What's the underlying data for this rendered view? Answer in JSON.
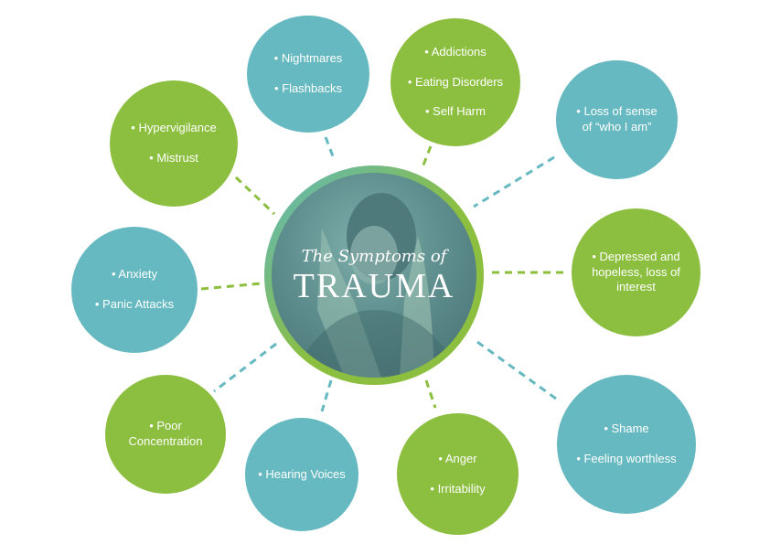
{
  "center": {
    "title_script": "The Symptoms of",
    "title_main": "TRAUMA"
  },
  "colors": {
    "green": "#8cbf3f",
    "teal": "#66b9c0",
    "connector_green": "#8cbf3f",
    "connector_teal": "#66b9c0"
  },
  "nodes": [
    {
      "color": "teal",
      "lines": [
        "• Nightmares",
        "• Flashbacks"
      ]
    },
    {
      "color": "green",
      "lines": [
        "• Addictions",
        "• Eating Disorders",
        "• Self Harm"
      ]
    },
    {
      "color": "teal",
      "lines": [
        "• Loss of sense",
        "of “who I am”"
      ]
    },
    {
      "color": "green",
      "lines": [
        "• Depressed and",
        "hopeless,  loss of",
        "interest"
      ]
    },
    {
      "color": "teal",
      "lines": [
        "• Shame",
        "• Feeling worthless"
      ]
    },
    {
      "color": "green",
      "lines": [
        "• Anger",
        "• Irritability"
      ]
    },
    {
      "color": "teal",
      "lines": [
        "• Hearing Voices"
      ]
    },
    {
      "color": "green",
      "lines": [
        "• Poor",
        "Concentration"
      ]
    },
    {
      "color": "teal",
      "lines": [
        "• Anxiety",
        "• Panic Attacks"
      ]
    },
    {
      "color": "green",
      "lines": [
        "• Hypervigilance",
        "• Mistrust"
      ]
    }
  ]
}
